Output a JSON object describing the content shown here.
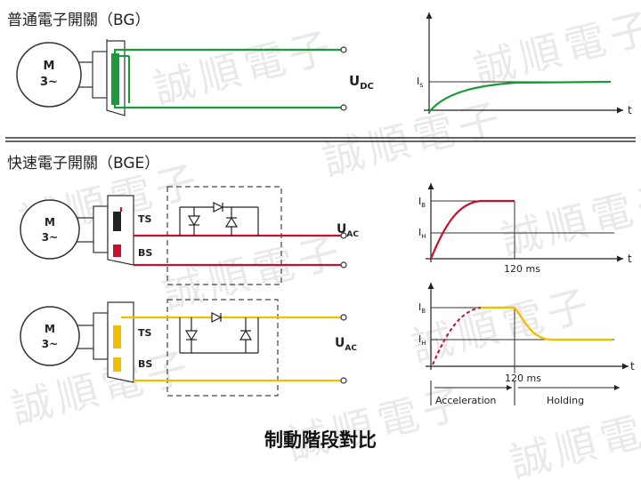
{
  "sections": {
    "bg_title": "普通電子開關（BG）",
    "bge_title": "快速電子開關（BGE）"
  },
  "motor": {
    "label_top": "M",
    "label_bottom": "3~"
  },
  "rectifier_labels": {
    "ts": "TS",
    "bs": "BS"
  },
  "outputs": {
    "udc": "U",
    "udc_sub": "DC",
    "uac": "U",
    "uac_sub": "AC"
  },
  "graph_bg": {
    "is_label": "I",
    "is_sub": "s",
    "t_label": "t"
  },
  "graph_bge1": {
    "ib_label": "I",
    "ib_sub": "B",
    "ih_label": "I",
    "ih_sub": "H",
    "time": "120 ms",
    "t_label": "t"
  },
  "graph_bge2": {
    "ib_label": "I",
    "ib_sub": "B",
    "ih_label": "I",
    "ih_sub": "H",
    "time": "120 ms",
    "t_label": "t",
    "phase1": "Acceleration",
    "phase2": "Holding"
  },
  "caption": "制動階段對比",
  "watermark": "誠順電子",
  "colors": {
    "green": "#1a9a3a",
    "red": "#c8102e",
    "yellow": "#f0c000",
    "dark": "#222222"
  }
}
